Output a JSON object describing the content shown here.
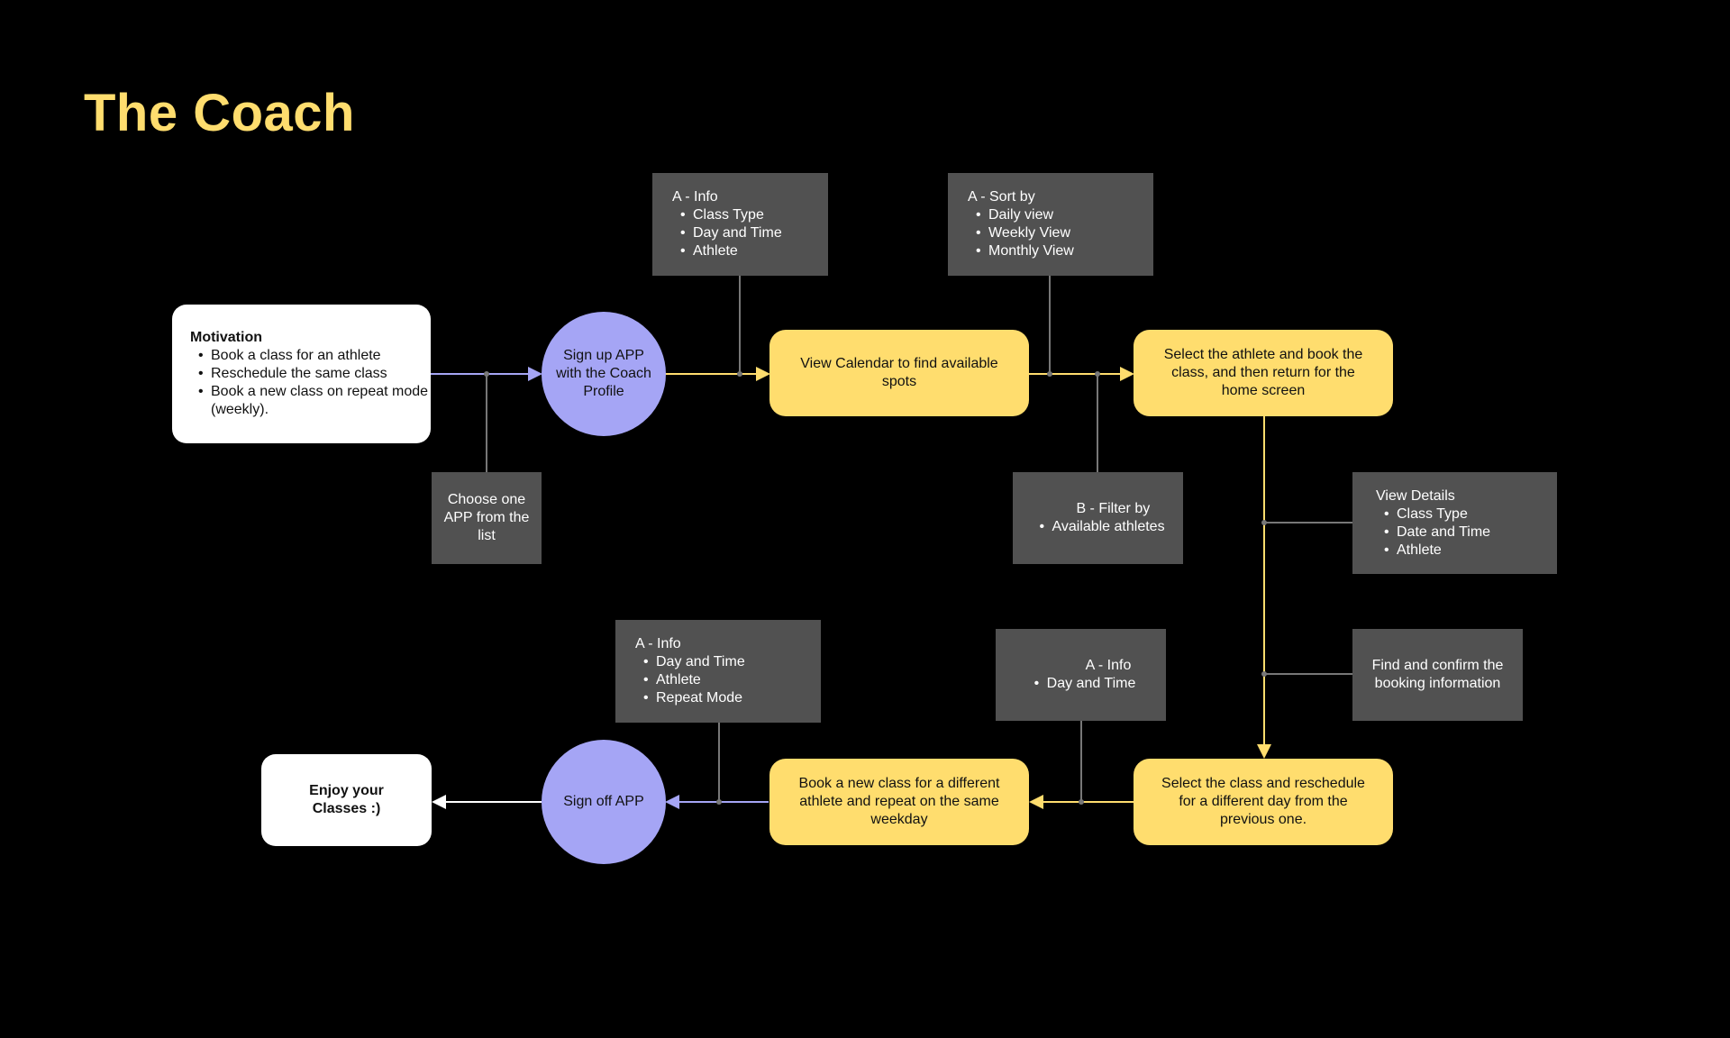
{
  "title": "The Coach",
  "colors": {
    "background": "#000000",
    "title": "#FFDD6E",
    "yellow": "#FFDD6E",
    "purple": "#A5A5F5",
    "grey": "#515151",
    "white": "#FFFFFF"
  },
  "nodes": {
    "motivation": {
      "title": "Motivation",
      "items": [
        "Book a class for an athlete",
        "Reschedule the same class",
        "Book a new class on repeat mode (weekly)."
      ]
    },
    "choose_app": {
      "text": "Choose one APP from the list"
    },
    "sign_up": {
      "text": "Sign up APP with the Coach Profile"
    },
    "info_1": {
      "title": "A - Info",
      "items": [
        "Class Type",
        "Day and Time",
        "Athlete"
      ]
    },
    "view_calendar": {
      "text": "View Calendar to find available spots"
    },
    "sort_by": {
      "title": "A - Sort by",
      "items": [
        "Daily view",
        "Weekly View",
        "Monthly View"
      ]
    },
    "filter_by": {
      "title": "B - Filter by",
      "items": [
        "Available athletes"
      ]
    },
    "select_athlete": {
      "text": "Select the athlete and book the class, and then return for the home screen"
    },
    "view_details": {
      "title": "View Details",
      "items": [
        "Class Type",
        "Date and Time",
        "Athlete"
      ]
    },
    "find_confirm": {
      "text": "Find and confirm the booking information"
    },
    "reschedule": {
      "text": "Select the class and reschedule for a different day from the previous one."
    },
    "info_3": {
      "title": "A - Info",
      "items": [
        "Day and Time"
      ]
    },
    "book_new": {
      "text": "Book a new class for a different athlete and repeat on the same weekday"
    },
    "info_2": {
      "title": "A - Info",
      "items": [
        "Day and Time",
        "Athlete",
        "Repeat Mode"
      ]
    },
    "sign_off": {
      "text": "Sign off APP"
    },
    "enjoy": {
      "text": "Enjoy your Classes :)"
    }
  }
}
